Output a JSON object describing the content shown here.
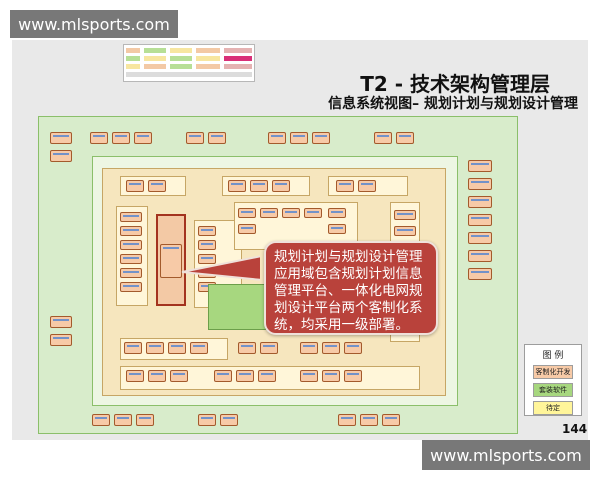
{
  "watermarks": {
    "top": "www.mlsports.com",
    "bottom": "www.mlsports.com"
  },
  "slide": {
    "title": "T2 - 技术架构管理层",
    "subtitle": "信息系统视图– 规划计划与规划设计管理",
    "page_number": "144"
  },
  "callout": {
    "text": "规划计划与规划设计管理应用域包含规划计划信息管理平台、一体化电网规划设计平台两个客制化系统，均采用一级部署。"
  },
  "legend": {
    "title": "图 例",
    "items": [
      {
        "label": "客制化开发",
        "color": "#f7caa7"
      },
      {
        "label": "套装软件",
        "color": "#a7d77f"
      },
      {
        "label": "待定",
        "color": "#fff59a"
      }
    ]
  },
  "colors": {
    "outer_panel": "#d8eccb",
    "inner_panel": "#f6e6be",
    "custom_dev": "#f7caa7",
    "package": "#a7d77f",
    "tbd": "#fff59a",
    "callout": "#b9423b"
  }
}
